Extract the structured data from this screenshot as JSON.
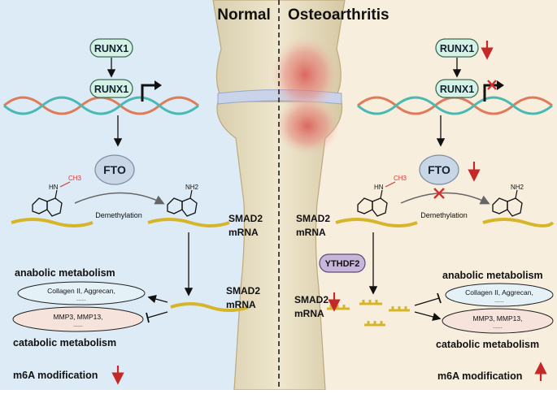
{
  "headers": {
    "normal": "Normal",
    "oa": "Osteoarthritis"
  },
  "colors": {
    "normal_bg": "#dcebf5",
    "oa_bg": "#f8eedd",
    "runx_box": "#d6f2e6",
    "runx_border": "#3a6b55",
    "fto_fill": "#c9d6e6",
    "ythdf2_fill": "#c7b6d9",
    "anabolic_fill": "#e4f2f8",
    "catabolic_fill": "#f6e3dc",
    "mrna": "#d7b52a",
    "methyl": "#d23a3a",
    "down_arrow": "#c62828",
    "inhibit_x": "#d32f2f"
  },
  "normal": {
    "runx1_top": "RUNX1",
    "runx1_promoter": "RUNX1",
    "fto": "FTO",
    "demethylation": "Demethylation",
    "methyl_label": "CH3",
    "amine_label_left": "HN",
    "amine_label_right": "NH2",
    "smad2_right_line1": "SMAD2",
    "smad2_right_line2": "mRNA",
    "smad2_bottom_line1": "SMAD2",
    "smad2_bottom_line2": "mRNA",
    "anabolic_title": "anabolic metabolism",
    "anabolic_items": "Collagen II,  Aggrecan,",
    "anabolic_dots": "......",
    "catabolic_items": "MMP3,  MMP13,",
    "catabolic_dots": "......",
    "catabolic_title": "catabolic metabolism",
    "m6a": "m6A modification",
    "m6a_direction": "down"
  },
  "oa": {
    "runx1_top": "RUNX1",
    "runx1_top_direction": "down",
    "runx1_promoter": "RUNX1",
    "fto": "FTO",
    "fto_direction": "down",
    "demethylation": "Demethylation",
    "methyl_label": "CH3",
    "amine_label_left": "HN",
    "amine_label_right": "NH2",
    "smad2_left_line1": "SMAD2",
    "smad2_left_line2": "mRNA",
    "ythdf2": "YTHDF2",
    "smad2_bottom_line1": "SMAD2",
    "smad2_bottom_line2": "mRNA",
    "smad2_bottom_direction": "down",
    "anabolic_title": "anabolic metabolism",
    "anabolic_items": "Collagen II,  Aggrecan,",
    "anabolic_dots": "......",
    "catabolic_items": "MMP3,  MMP13,",
    "catabolic_dots": "......",
    "catabolic_title": "catabolic metabolism",
    "m6a": "m6A modification",
    "m6a_direction": "up"
  }
}
